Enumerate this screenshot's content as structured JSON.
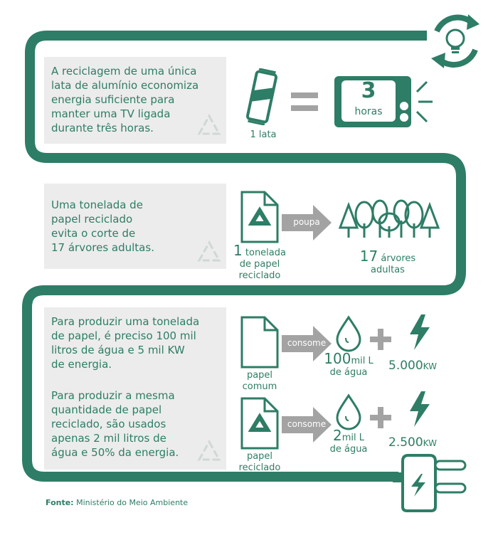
{
  "colors": {
    "green": "#2e7d66",
    "gray_box": "#ececec",
    "gray_arrow": "#a3a3a3"
  },
  "section1": {
    "text": [
      "A reciclagem de uma única",
      "lata de alumínio economiza",
      "energia suficiente para",
      "manter uma TV ligada",
      "durante três horas."
    ],
    "can_label": "1 lata",
    "tv_number": "3",
    "tv_unit": "horas"
  },
  "section2": {
    "text": [
      "Uma tonelada de",
      "papel reciclado",
      "evita o corte de",
      "17 árvores adultas."
    ],
    "paper_label_num": "1",
    "paper_label": [
      "tonelada",
      "de papel",
      "reciclado"
    ],
    "arrow": "poupa",
    "trees_num": "17",
    "trees_label": [
      "árvores",
      "adultas"
    ]
  },
  "section3": {
    "text1": [
      "Para produzir uma tonelada",
      "de papel, é preciso 100 mil",
      "litros de água e 5 mil KW",
      "de energia."
    ],
    "text2": [
      "Para produzir a mesma",
      "quantidade de papel",
      "reciclado, são usados",
      "apenas 2 mil litros de",
      "água e 50% da energia."
    ],
    "row1": {
      "paper": [
        "papel",
        "comum"
      ],
      "arrow": "consome",
      "water_num": "100",
      "water_unit": "mil L",
      "water_label": "de água",
      "energy_num": "5.000",
      "energy_unit": "KW"
    },
    "row2": {
      "paper": [
        "papel",
        "reciclado"
      ],
      "arrow": "consome",
      "water_num": "2",
      "water_unit": "mil L",
      "water_label": "de água",
      "energy_num": "2.500",
      "energy_unit": "KW"
    }
  },
  "source": {
    "label": "Fonte:",
    "text": " Ministério do Meio Ambiente"
  }
}
